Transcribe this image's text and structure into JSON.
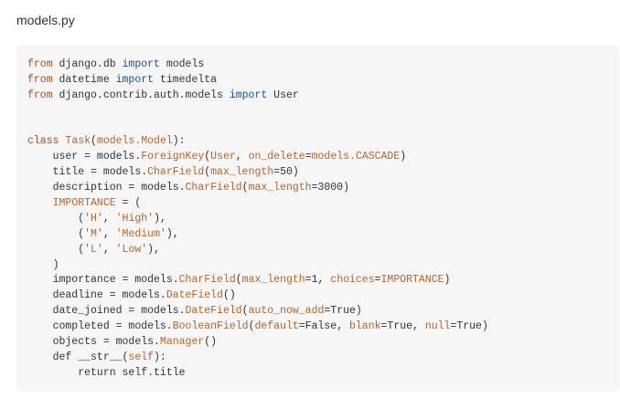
{
  "file": {
    "title": "models.py"
  },
  "colors": {
    "background": "#ffffff",
    "code_background": "#f6f6f6",
    "plain_text": "#333333",
    "keyword": "#a04f28",
    "import_keyword": "#1a4f9c",
    "accent_orange": "#b5652b"
  },
  "code": {
    "language": "python",
    "lines": [
      [
        {
          "t": "from",
          "c": "kw"
        },
        {
          "t": " django.db ",
          "c": "plain"
        },
        {
          "t": "import",
          "c": "kw2"
        },
        {
          "t": " models",
          "c": "plain"
        }
      ],
      [
        {
          "t": "from",
          "c": "kw"
        },
        {
          "t": " datetime ",
          "c": "plain"
        },
        {
          "t": "import",
          "c": "kw2"
        },
        {
          "t": " timedelta",
          "c": "plain"
        }
      ],
      [
        {
          "t": "from",
          "c": "kw"
        },
        {
          "t": " django.contrib.auth.models ",
          "c": "plain"
        },
        {
          "t": "import",
          "c": "kw2"
        },
        {
          "t": " User",
          "c": "plain"
        }
      ],
      [],
      [],
      [
        {
          "t": "class",
          "c": "kw"
        },
        {
          "t": " ",
          "c": "plain"
        },
        {
          "t": "Task",
          "c": "attr"
        },
        {
          "t": "(",
          "c": "plain"
        },
        {
          "t": "models.Model",
          "c": "attr"
        },
        {
          "t": "):",
          "c": "plain"
        }
      ],
      [
        {
          "t": "    user = models.",
          "c": "plain"
        },
        {
          "t": "ForeignKey",
          "c": "attr"
        },
        {
          "t": "(",
          "c": "plain"
        },
        {
          "t": "User",
          "c": "attr"
        },
        {
          "t": ", ",
          "c": "plain"
        },
        {
          "t": "on_delete",
          "c": "attr"
        },
        {
          "t": "=",
          "c": "plain"
        },
        {
          "t": "models.CASCADE",
          "c": "attr"
        },
        {
          "t": ")",
          "c": "plain"
        }
      ],
      [
        {
          "t": "    title = models.",
          "c": "plain"
        },
        {
          "t": "CharField",
          "c": "attr"
        },
        {
          "t": "(",
          "c": "plain"
        },
        {
          "t": "max_length",
          "c": "attr"
        },
        {
          "t": "=50)",
          "c": "plain"
        }
      ],
      [
        {
          "t": "    description = models.",
          "c": "plain"
        },
        {
          "t": "CharField",
          "c": "attr"
        },
        {
          "t": "(",
          "c": "plain"
        },
        {
          "t": "max_length",
          "c": "attr"
        },
        {
          "t": "=3000)",
          "c": "plain"
        }
      ],
      [
        {
          "t": "    ",
          "c": "plain"
        },
        {
          "t": "IMPORTANCE",
          "c": "attr"
        },
        {
          "t": " = (",
          "c": "plain"
        }
      ],
      [
        {
          "t": "        (",
          "c": "plain"
        },
        {
          "t": "'H'",
          "c": "str"
        },
        {
          "t": ", ",
          "c": "plain"
        },
        {
          "t": "'High'",
          "c": "str"
        },
        {
          "t": "),",
          "c": "plain"
        }
      ],
      [
        {
          "t": "        (",
          "c": "plain"
        },
        {
          "t": "'M'",
          "c": "str"
        },
        {
          "t": ", ",
          "c": "plain"
        },
        {
          "t": "'Medium'",
          "c": "str"
        },
        {
          "t": "),",
          "c": "plain"
        }
      ],
      [
        {
          "t": "        (",
          "c": "plain"
        },
        {
          "t": "'L'",
          "c": "str"
        },
        {
          "t": ", ",
          "c": "plain"
        },
        {
          "t": "'Low'",
          "c": "str"
        },
        {
          "t": "),",
          "c": "plain"
        }
      ],
      [
        {
          "t": "    )",
          "c": "plain"
        }
      ],
      [
        {
          "t": "    importance = models.",
          "c": "plain"
        },
        {
          "t": "CharField",
          "c": "attr"
        },
        {
          "t": "(",
          "c": "plain"
        },
        {
          "t": "max_length",
          "c": "attr"
        },
        {
          "t": "=1, ",
          "c": "plain"
        },
        {
          "t": "choices",
          "c": "attr"
        },
        {
          "t": "=",
          "c": "plain"
        },
        {
          "t": "IMPORTANCE",
          "c": "attr"
        },
        {
          "t": ")",
          "c": "plain"
        }
      ],
      [
        {
          "t": "    deadline = models.",
          "c": "plain"
        },
        {
          "t": "DateField",
          "c": "attr"
        },
        {
          "t": "()",
          "c": "plain"
        }
      ],
      [
        {
          "t": "    date_joined = models.",
          "c": "plain"
        },
        {
          "t": "DateField",
          "c": "attr"
        },
        {
          "t": "(",
          "c": "plain"
        },
        {
          "t": "auto_now_add",
          "c": "attr"
        },
        {
          "t": "=True)",
          "c": "plain"
        }
      ],
      [
        {
          "t": "    completed = models.",
          "c": "plain"
        },
        {
          "t": "BooleanField",
          "c": "attr"
        },
        {
          "t": "(",
          "c": "plain"
        },
        {
          "t": "default",
          "c": "attr"
        },
        {
          "t": "=False, ",
          "c": "plain"
        },
        {
          "t": "blank",
          "c": "attr"
        },
        {
          "t": "=True, ",
          "c": "plain"
        },
        {
          "t": "null",
          "c": "attr"
        },
        {
          "t": "=True)",
          "c": "plain"
        }
      ],
      [
        {
          "t": "    objects = models.",
          "c": "plain"
        },
        {
          "t": "Manager",
          "c": "attr"
        },
        {
          "t": "()",
          "c": "plain"
        }
      ],
      [
        {
          "t": "    def __str__(",
          "c": "plain"
        },
        {
          "t": "self",
          "c": "attr"
        },
        {
          "t": "):",
          "c": "plain"
        }
      ],
      [
        {
          "t": "        return self.title",
          "c": "plain"
        }
      ]
    ]
  }
}
